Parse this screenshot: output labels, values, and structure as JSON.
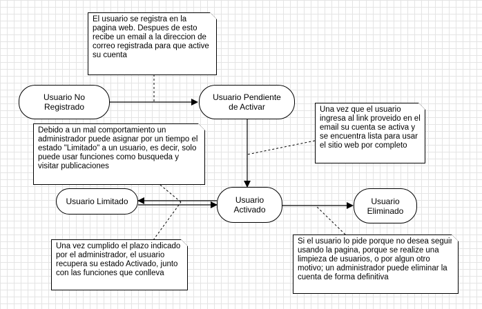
{
  "diagram": {
    "states": {
      "no_registrado": "Usuario No Registrado",
      "pendiente": "Usuario Pendiente de Activar",
      "activado": "Usuario Activado",
      "limitado": "Usuario Limitado",
      "eliminado": "Usuario Eliminado"
    },
    "notes": {
      "registro": "El usuario se registra en la pagina web. Despues de esto recibe un email a la direccion de correo registrada para que active su cuenta",
      "activacion": "Una vez que el usuario ingresa al link proveido en el email su cuenta se activa y se encuentra lista para usar el sitio web por completo",
      "limitacion": "Debido a un mal comportamiento un administrador puede asignar por un tiempo el estado \"Limitado\" a un usuario, es decir, solo puede usar funciones como busqueda y visitar publicaciones",
      "recuperacion": "Una vez cumplido el plazo indicado por el administrador, el usuario recupera su estado Activado, junto con las funciones que conlleva",
      "eliminacion": "Si el usuario lo pide porque no desea seguir usando la pagina, porque se realize una limpieza de usuarios, o por algun otro motivo; un administrador puede eliminar la cuenta de forma definitiva"
    }
  }
}
